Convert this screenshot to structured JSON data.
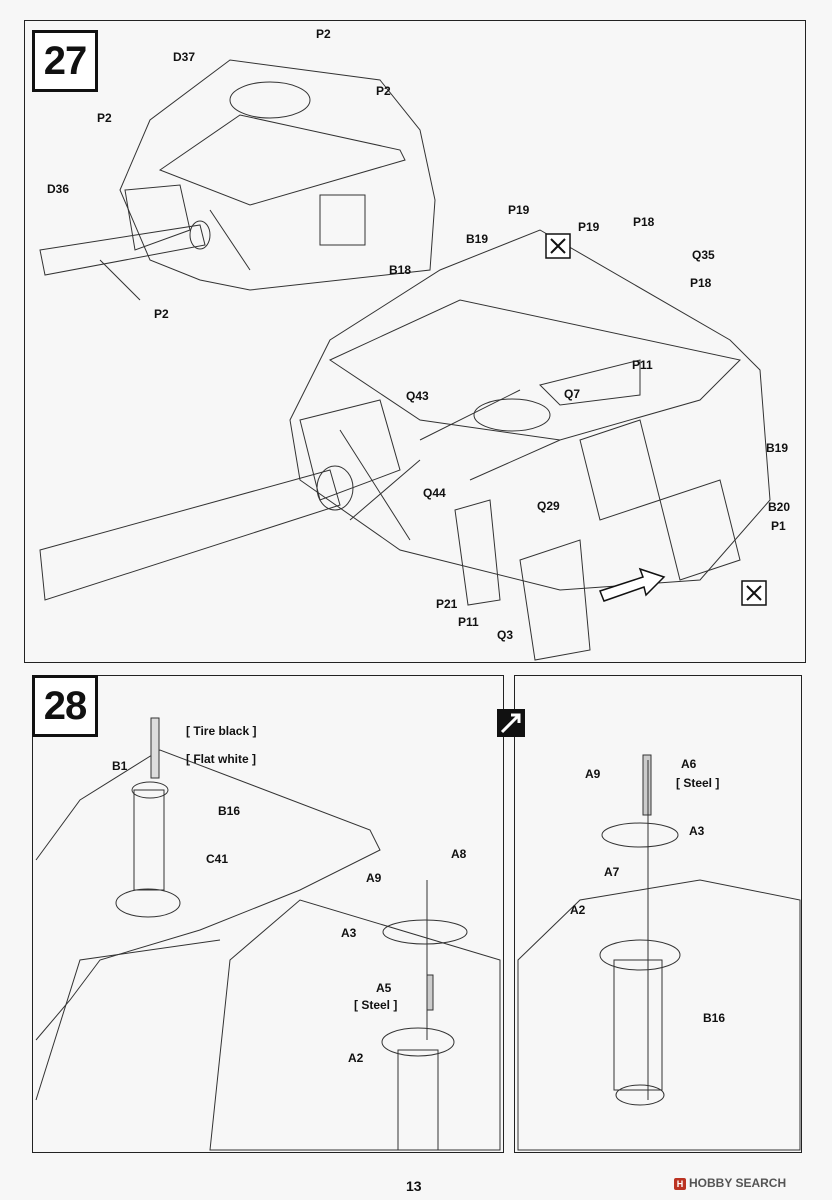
{
  "page": {
    "number": "13"
  },
  "watermark": {
    "text": "HOBBY SEARCH"
  },
  "step27": {
    "number": "27",
    "labels": [
      "P2",
      "D37",
      "P2",
      "P2",
      "D36",
      "P2",
      "P19",
      "P19",
      "P18",
      "B19",
      "Q35",
      "B18",
      "P18",
      "P11",
      "Q7",
      "Q43",
      "B19",
      "Q44",
      "Q29",
      "B20",
      "P1",
      "P21",
      "P11",
      "Q3"
    ]
  },
  "step28": {
    "number": "28",
    "paints": [
      "[ Tire black ]",
      "[ Flat white ]",
      "[ Steel ]",
      "[ Steel ]"
    ],
    "labels": [
      "B1",
      "B16",
      "C41",
      "A8",
      "A9",
      "A3",
      "A5",
      "A2",
      "A6",
      "A9",
      "A3",
      "A7",
      "A2",
      "B16"
    ]
  },
  "icons": [
    "cut-icon",
    "cut-icon",
    "alternate-option-icon",
    "arrow-icon"
  ]
}
